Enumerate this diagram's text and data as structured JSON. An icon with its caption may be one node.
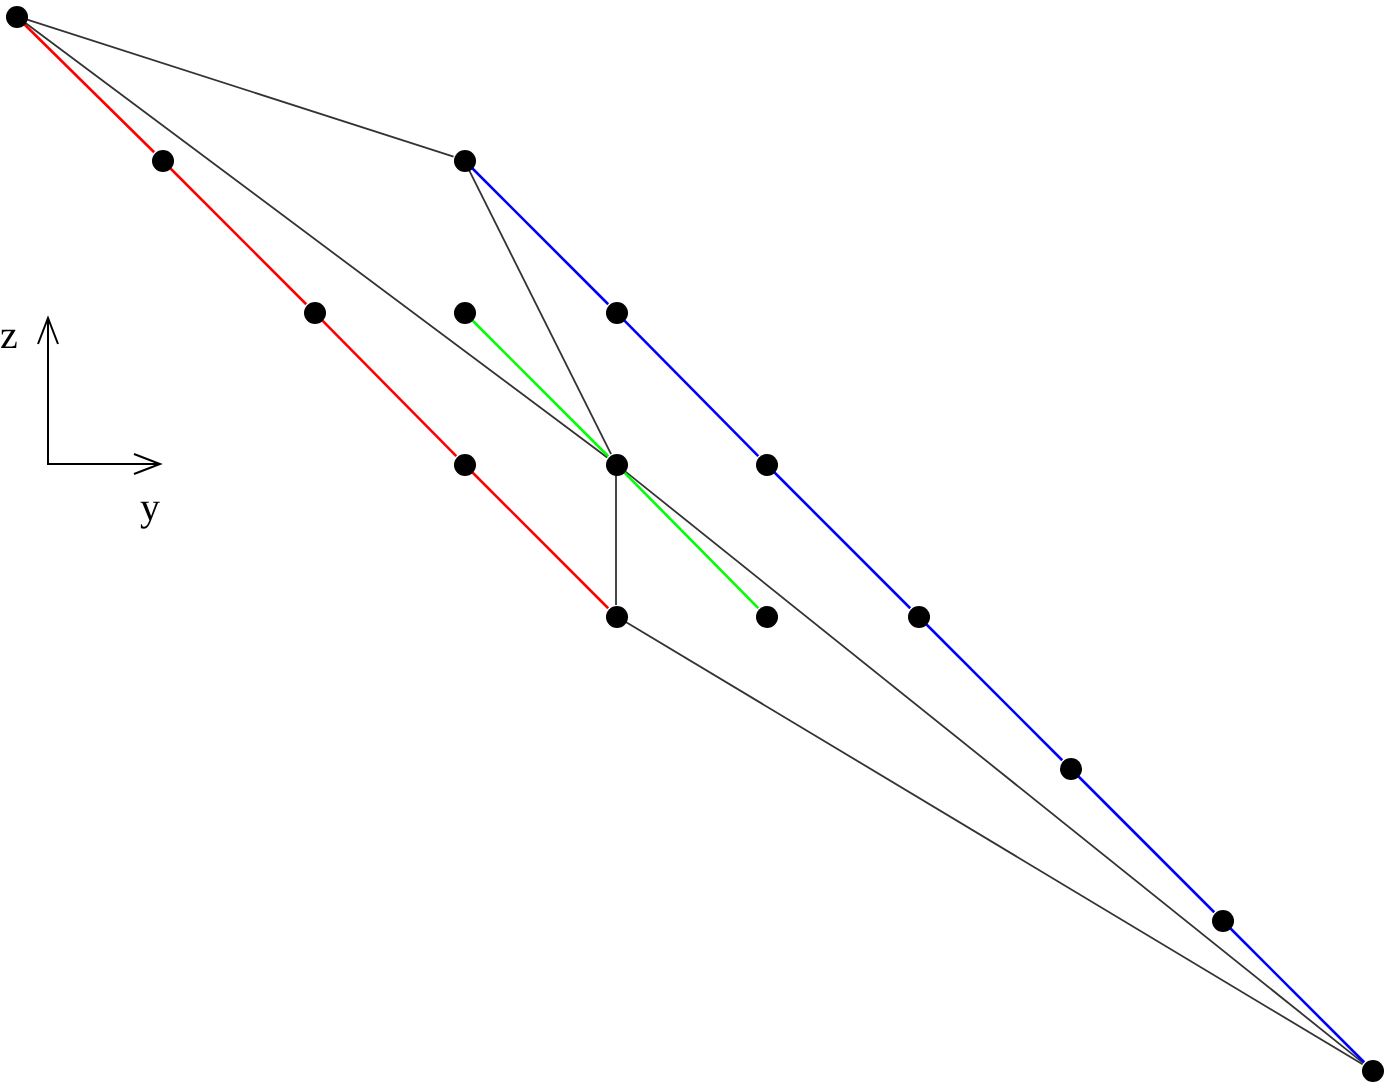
{
  "diagram": {
    "nodes": [
      {
        "text": [],
        "shape": "circle"
      },
      {
        "text": [],
        "shape": "circle"
      },
      {
        "text": [],
        "shape": "circle"
      },
      {
        "text": [],
        "shape": "circle"
      },
      {
        "text": [],
        "shape": "circle"
      },
      {
        "text": [],
        "shape": "circle"
      },
      {
        "text": [],
        "shape": "circle"
      },
      {
        "text": [],
        "shape": "circle"
      },
      {
        "text": [],
        "shape": "circle"
      },
      {
        "text": [],
        "shape": "circle"
      },
      {
        "text": [],
        "shape": "circle"
      },
      {
        "text": [],
        "shape": "circle"
      },
      {
        "text": [],
        "shape": "circle"
      },
      {
        "text": [],
        "shape": "circle"
      },
      {
        "text": [],
        "shape": "circle"
      }
    ],
    "edges": [
      {
        "from": 0,
        "to": 1,
        "arrow": "none",
        "color": "#ff0000"
      },
      {
        "from": 1,
        "to": 3,
        "arrow": "none",
        "color": "#ff0000"
      },
      {
        "from": 3,
        "to": 6,
        "arrow": "none",
        "color": "#ff0000"
      },
      {
        "from": 6,
        "to": 9,
        "arrow": "none",
        "color": "#ff0000"
      },
      {
        "from": 0,
        "to": 2,
        "arrow": "none"
      },
      {
        "from": 0,
        "to": 7,
        "arrow": "none"
      },
      {
        "from": 2,
        "to": 7,
        "arrow": "none"
      },
      {
        "from": 7,
        "to": 9,
        "arrow": "none"
      },
      {
        "from": 7,
        "to": 14,
        "arrow": "none"
      },
      {
        "from": 9,
        "to": 14,
        "arrow": "none"
      },
      {
        "from": 4,
        "to": 7,
        "arrow": "none",
        "color": "#00ff00"
      },
      {
        "from": 7,
        "to": 10,
        "arrow": "none",
        "color": "#00ff00"
      },
      {
        "from": 2,
        "to": 5,
        "arrow": "none",
        "color": "#0000ff"
      },
      {
        "from": 5,
        "to": 8,
        "arrow": "none",
        "color": "#0000ff"
      },
      {
        "from": 8,
        "to": 11,
        "arrow": "none",
        "color": "#0000ff"
      },
      {
        "from": 11,
        "to": 12,
        "arrow": "none",
        "color": "#0000ff"
      },
      {
        "from": 12,
        "to": 13,
        "arrow": "none",
        "color": "#0000ff"
      },
      {
        "from": 13,
        "to": 14,
        "arrow": "none",
        "color": "#0000ff"
      }
    ],
    "labels": [
      "z",
      "y"
    ]
  }
}
